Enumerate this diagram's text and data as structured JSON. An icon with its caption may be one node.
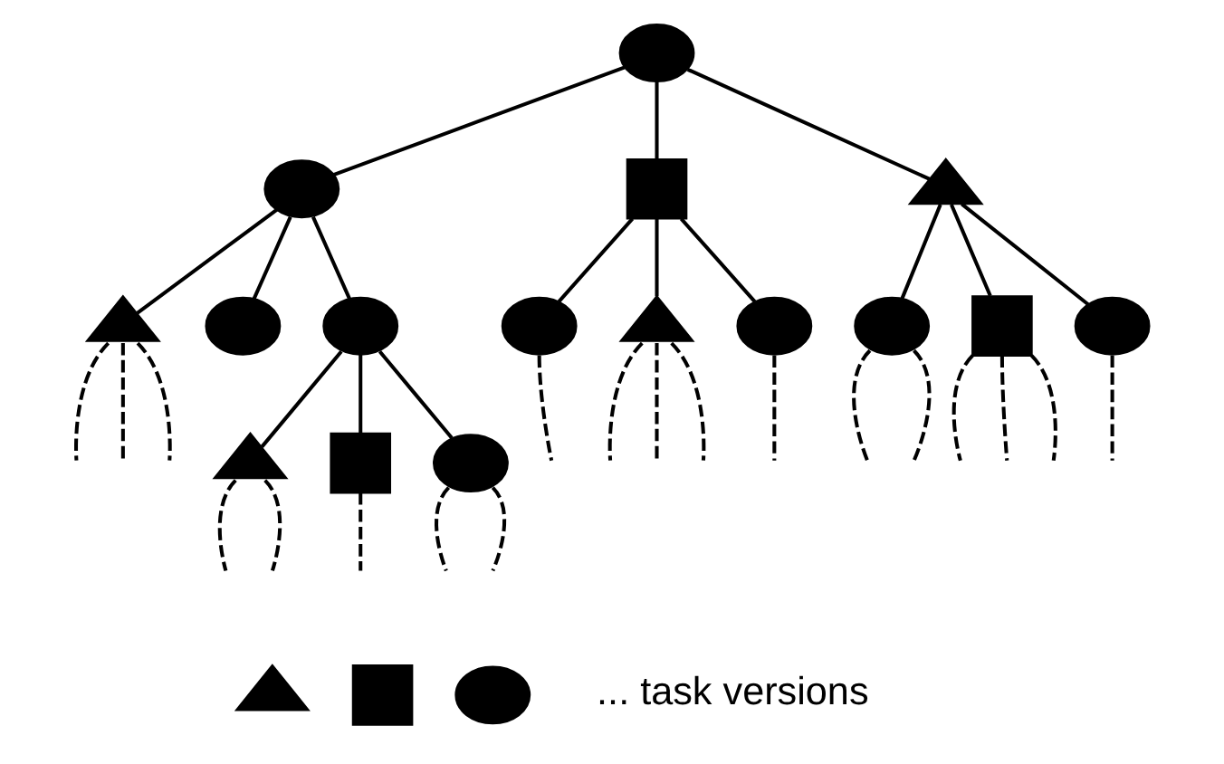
{
  "diagram": {
    "nodes": [
      {
        "text": [],
        "shape": "circle"
      },
      {
        "text": [],
        "shape": "circle"
      },
      {
        "text": [],
        "shape": "box"
      },
      {
        "text": [],
        "shape": "triangle"
      },
      {
        "text": [],
        "shape": "triangle"
      },
      {
        "text": [],
        "shape": "circle"
      },
      {
        "text": [],
        "shape": "circle"
      },
      {
        "text": [],
        "shape": "circle"
      },
      {
        "text": [],
        "shape": "triangle"
      },
      {
        "text": [],
        "shape": "circle"
      },
      {
        "text": [],
        "shape": "circle"
      },
      {
        "text": [],
        "shape": "box"
      },
      {
        "text": [],
        "shape": "circle"
      },
      {
        "text": [],
        "shape": "triangle"
      },
      {
        "text": [],
        "shape": "box"
      },
      {
        "text": [],
        "shape": "circle"
      },
      {
        "text": [],
        "shape": "triangle"
      },
      {
        "text": [],
        "shape": "box"
      },
      {
        "text": [],
        "shape": "circle"
      }
    ],
    "edges": [
      {
        "from": 0,
        "to": 1,
        "arrow": "none"
      },
      {
        "from": 0,
        "to": 2,
        "arrow": "none"
      },
      {
        "from": 0,
        "to": 3,
        "arrow": "none"
      },
      {
        "from": 1,
        "to": 4,
        "arrow": "none"
      },
      {
        "from": 1,
        "to": 5,
        "arrow": "none"
      },
      {
        "from": 1,
        "to": 6,
        "arrow": "none"
      },
      {
        "from": 2,
        "to": 7,
        "arrow": "none"
      },
      {
        "from": 2,
        "to": 8,
        "arrow": "none"
      },
      {
        "from": 2,
        "to": 9,
        "arrow": "none"
      },
      {
        "from": 3,
        "to": 10,
        "arrow": "none"
      },
      {
        "from": 3,
        "to": 11,
        "arrow": "none"
      },
      {
        "from": 3,
        "to": 12,
        "arrow": "none"
      },
      {
        "from": 6,
        "to": 13,
        "arrow": "none"
      },
      {
        "from": 6,
        "to": 14,
        "arrow": "none"
      },
      {
        "from": 6,
        "to": 15,
        "arrow": "none"
      },
      {
        "from": 4,
        "to": null,
        "arrow": "none",
        "style": "dashed"
      },
      {
        "from": 4,
        "to": null,
        "arrow": "none",
        "style": "dashed"
      },
      {
        "from": 4,
        "to": null,
        "arrow": "none",
        "style": "dashed"
      },
      {
        "from": 7,
        "to": null,
        "arrow": "none",
        "style": "dashed"
      },
      {
        "from": 8,
        "to": null,
        "arrow": "none",
        "style": "dashed"
      },
      {
        "from": 8,
        "to": null,
        "arrow": "none",
        "style": "dashed"
      },
      {
        "from": 8,
        "to": null,
        "arrow": "none",
        "style": "dashed"
      },
      {
        "from": 9,
        "to": null,
        "arrow": "none",
        "style": "dashed"
      },
      {
        "from": 10,
        "to": null,
        "arrow": "none",
        "style": "dashed"
      },
      {
        "from": 10,
        "to": null,
        "arrow": "none",
        "style": "dashed"
      },
      {
        "from": 11,
        "to": null,
        "arrow": "none",
        "style": "dashed"
      },
      {
        "from": 11,
        "to": null,
        "arrow": "none",
        "style": "dashed"
      },
      {
        "from": 11,
        "to": null,
        "arrow": "none",
        "style": "dashed"
      },
      {
        "from": 12,
        "to": null,
        "arrow": "none",
        "style": "dashed"
      },
      {
        "from": 13,
        "to": null,
        "arrow": "none",
        "style": "dashed"
      },
      {
        "from": 13,
        "to": null,
        "arrow": "none",
        "style": "dashed"
      },
      {
        "from": 14,
        "to": null,
        "arrow": "none",
        "style": "dashed"
      },
      {
        "from": 15,
        "to": null,
        "arrow": "none",
        "style": "dashed"
      },
      {
        "from": 15,
        "to": null,
        "arrow": "none",
        "style": "dashed"
      }
    ],
    "labels": [
      "... task versions"
    ]
  }
}
